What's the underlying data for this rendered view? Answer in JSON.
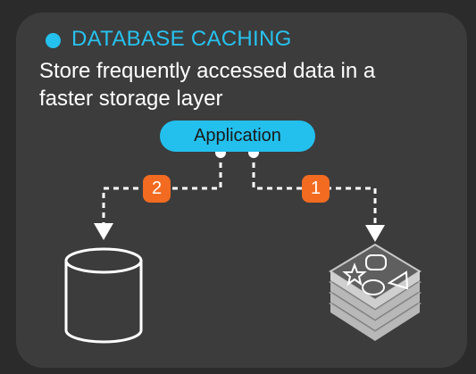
{
  "section": {
    "title": "DATABASE CACHING",
    "subtitle": "Store frequently accessed data in a faster storage layer",
    "accent_color": "#24c0ee"
  },
  "diagram": {
    "application_label": "Application",
    "steps": [
      {
        "number": "2",
        "target": "database",
        "color": "#f26b21"
      },
      {
        "number": "1",
        "target": "cache",
        "color": "#f26b21"
      }
    ],
    "database_icon": "database-cylinder-icon",
    "cache_icon": "cache-stack-icon",
    "connector_style": "dashed-arrow"
  }
}
